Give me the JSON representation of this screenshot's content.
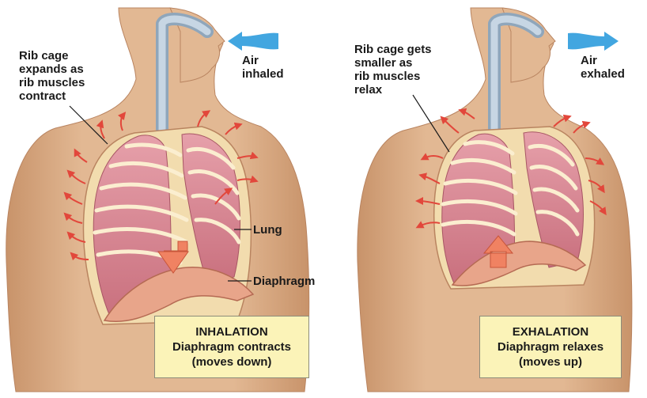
{
  "left_panel": {
    "rib_label_lines": [
      "Rib cage",
      "expands as",
      "rib muscles",
      "contract"
    ],
    "air_label_lines": [
      "Air",
      "inhaled"
    ],
    "lung_label": "Lung",
    "diaphragm_label": "Diaphragm",
    "caption": {
      "title": "INHALATION",
      "line1": "Diaphragm contracts",
      "line2": "(moves down)"
    }
  },
  "right_panel": {
    "rib_label_lines": [
      "Rib cage gets",
      "smaller as",
      "rib muscles",
      "relax"
    ],
    "air_label_lines": [
      "Air",
      "exhaled"
    ],
    "caption": {
      "title": "EXHALATION",
      "line1": "Diaphragm relaxes",
      "line2": "(moves up)"
    }
  },
  "colors": {
    "skin": "#ddb08a",
    "skin_shadow": "#c8936a",
    "lung": "#d98a96",
    "rib": "#f2dcae",
    "airway": "#b9c9d8",
    "arrow_red": "#e2473b",
    "air_arrow": "#42a6e0",
    "caption_bg": "#fbf3b8"
  }
}
